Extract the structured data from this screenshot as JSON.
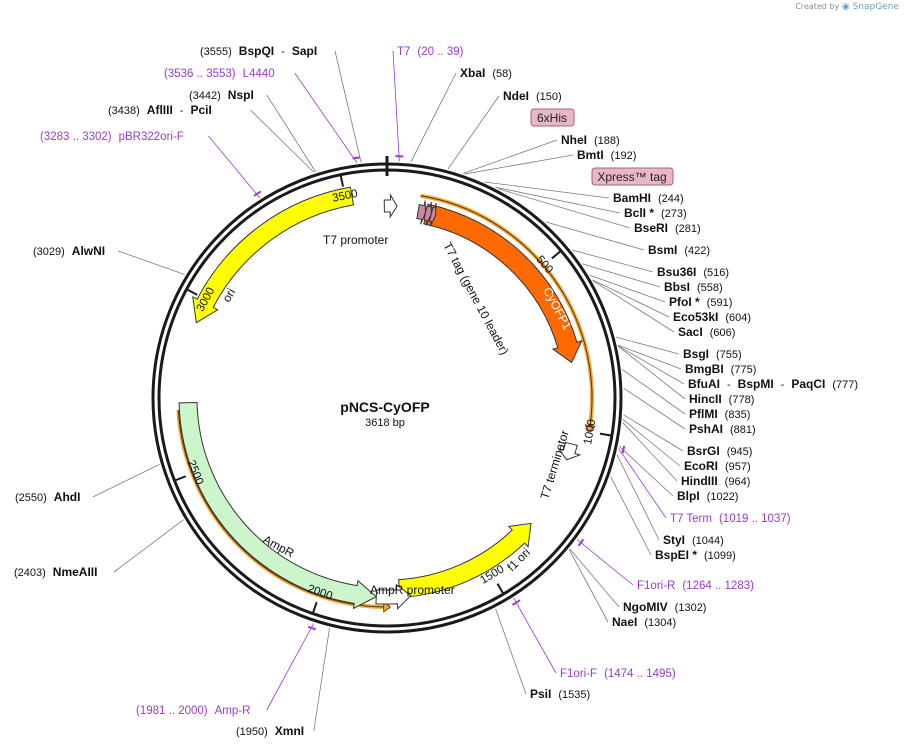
{
  "watermark": {
    "prefix": "Created by",
    "brand": "SnapGene"
  },
  "plasmid": {
    "name": "pNCS-CyOFP",
    "length_label": "3618 bp",
    "length": 3618
  },
  "ticks": [
    {
      "pos": 500,
      "label": "500"
    },
    {
      "pos": 1000,
      "label": "1000"
    },
    {
      "pos": 1500,
      "label": "1500"
    },
    {
      "pos": 2000,
      "label": "2000"
    },
    {
      "pos": 2500,
      "label": "2500"
    },
    {
      "pos": 3000,
      "label": "3000"
    },
    {
      "pos": 3500,
      "label": "3500"
    }
  ],
  "features": [
    {
      "name": "CyOFP1",
      "start": 120,
      "end": 795,
      "strand": 1,
      "color": "#ff6a00",
      "label_inside_arrow": true
    },
    {
      "name": "ori",
      "start": 2930,
      "end": 3519,
      "strand": -1,
      "color": "#ffff00"
    },
    {
      "name": "f1 ori",
      "start": 1317,
      "end": 1772,
      "strand": -1,
      "color": "#ffff00"
    },
    {
      "name": "AmpR",
      "start": 1840,
      "end": 2700,
      "strand": -1,
      "color": "#ccf5cc"
    },
    {
      "name": "AmpR promoter",
      "start": 1740,
      "end": 1840,
      "strand": -1,
      "color": "#ffffff"
    },
    {
      "name": "T7 promoter",
      "start": 3610,
      "end": 30,
      "strand": 1,
      "color": "#ffffff"
    },
    {
      "name": "T7 terminator",
      "start": 1045,
      "end": 1095,
      "strand": 1,
      "color": "#ffffff"
    }
  ],
  "feature_labels": [
    {
      "text": "T7 promoter"
    },
    {
      "text": "T7 tag (gene 10 leader)"
    },
    {
      "text": "CyOFP1"
    },
    {
      "text": "T7 terminator"
    },
    {
      "text": "f1 ori"
    },
    {
      "text": "AmpR promoter"
    },
    {
      "text": "AmpR"
    },
    {
      "text": "ori"
    }
  ],
  "tag_boxes": [
    {
      "text": "6xHis",
      "pos": 163
    },
    {
      "text": "Xpress™ tag",
      "pos": 220
    }
  ],
  "primer_arcs": [
    {
      "start": 3536,
      "end": 3553
    },
    {
      "start": 20,
      "end": 39
    },
    {
      "start": 3283,
      "end": 3302
    },
    {
      "start": 1019,
      "end": 1037
    },
    {
      "start": 1264,
      "end": 1283
    },
    {
      "start": 1474,
      "end": 1495
    },
    {
      "start": 1981,
      "end": 2000
    }
  ],
  "orange_arcs": [
    {
      "start": 95,
      "end": 1000,
      "strand": 1
    },
    {
      "start": 1800,
      "end": 2680,
      "strand": -1
    }
  ],
  "site_labels": [
    {
      "id": "bspqi",
      "cut": 3555,
      "parts": [
        {
          "t": "(3555)",
          "k": "pos"
        },
        {
          "t": "BspQI",
          "k": "enz"
        },
        {
          "t": "-",
          "k": "pos"
        },
        {
          "t": "SapI",
          "k": "enz"
        }
      ]
    },
    {
      "id": "l4440",
      "cut": 3545,
      "primer": true,
      "parts": [
        {
          "t": "(3536 .. 3553)",
          "k": "prim"
        },
        {
          "t": "L4440",
          "k": "prim"
        }
      ]
    },
    {
      "id": "t7p",
      "cut": 30,
      "primer": true,
      "parts": [
        {
          "t": "T7",
          "k": "prim"
        },
        {
          "t": "(20 .. 39)",
          "k": "prim"
        }
      ]
    },
    {
      "id": "xbai",
      "cut": 58,
      "parts": [
        {
          "t": "XbaI",
          "k": "enz"
        },
        {
          "t": "(58)",
          "k": "pos"
        }
      ]
    },
    {
      "id": "nspi",
      "cut": 3442,
      "parts": [
        {
          "t": "(3442)",
          "k": "pos"
        },
        {
          "t": "NspI",
          "k": "enz"
        }
      ]
    },
    {
      "id": "afliii",
      "cut": 3438,
      "parts": [
        {
          "t": "(3438)",
          "k": "pos"
        },
        {
          "t": "AflIII",
          "k": "enz"
        },
        {
          "t": "-",
          "k": "pos"
        },
        {
          "t": "PciI",
          "k": "enz"
        }
      ]
    },
    {
      "id": "ndei",
      "cut": 150,
      "parts": [
        {
          "t": "NdeI",
          "k": "enz"
        },
        {
          "t": "(150)",
          "k": "pos"
        }
      ]
    },
    {
      "id": "pbr",
      "cut": 3292,
      "primer": true,
      "parts": [
        {
          "t": "(3283 .. 3302)",
          "k": "prim"
        },
        {
          "t": "pBR322ori-F",
          "k": "prim"
        }
      ]
    },
    {
      "id": "nhei",
      "cut": 188,
      "parts": [
        {
          "t": "NheI",
          "k": "enz"
        },
        {
          "t": "(188)",
          "k": "pos"
        }
      ]
    },
    {
      "id": "bmti",
      "cut": 192,
      "parts": [
        {
          "t": "BmtI",
          "k": "enz"
        },
        {
          "t": "(192)",
          "k": "pos"
        }
      ]
    },
    {
      "id": "bamhi",
      "cut": 244,
      "parts": [
        {
          "t": "BamHI",
          "k": "enz"
        },
        {
          "t": "(244)",
          "k": "pos"
        }
      ]
    },
    {
      "id": "bcli",
      "cut": 273,
      "parts": [
        {
          "t": "BclI *",
          "k": "enz"
        },
        {
          "t": "(273)",
          "k": "pos"
        }
      ]
    },
    {
      "id": "bseri",
      "cut": 281,
      "parts": [
        {
          "t": "BseRI",
          "k": "enz"
        },
        {
          "t": "(281)",
          "k": "pos"
        }
      ]
    },
    {
      "id": "bsmi",
      "cut": 422,
      "parts": [
        {
          "t": "BsmI",
          "k": "enz"
        },
        {
          "t": "(422)",
          "k": "pos"
        }
      ]
    },
    {
      "id": "alwni",
      "cut": 3029,
      "parts": [
        {
          "t": "(3029)",
          "k": "pos"
        },
        {
          "t": "AlwNI",
          "k": "enz"
        }
      ]
    },
    {
      "id": "bsu36i",
      "cut": 516,
      "parts": [
        {
          "t": "Bsu36I",
          "k": "enz"
        },
        {
          "t": "(516)",
          "k": "pos"
        }
      ]
    },
    {
      "id": "bbsi",
      "cut": 558,
      "parts": [
        {
          "t": "BbsI",
          "k": "enz"
        },
        {
          "t": "(558)",
          "k": "pos"
        }
      ]
    },
    {
      "id": "pfoi",
      "cut": 591,
      "parts": [
        {
          "t": "PfoI *",
          "k": "enz"
        },
        {
          "t": "(591)",
          "k": "pos"
        }
      ]
    },
    {
      "id": "eco53ki",
      "cut": 604,
      "parts": [
        {
          "t": "Eco53kI",
          "k": "enz"
        },
        {
          "t": "(604)",
          "k": "pos"
        }
      ]
    },
    {
      "id": "saci",
      "cut": 606,
      "parts": [
        {
          "t": "SacI",
          "k": "enz"
        },
        {
          "t": "(606)",
          "k": "pos"
        }
      ]
    },
    {
      "id": "bsgi",
      "cut": 755,
      "parts": [
        {
          "t": "BsgI",
          "k": "enz"
        },
        {
          "t": "(755)",
          "k": "pos"
        }
      ]
    },
    {
      "id": "bmgbi",
      "cut": 775,
      "parts": [
        {
          "t": "BmgBI",
          "k": "enz"
        },
        {
          "t": "(775)",
          "k": "pos"
        }
      ]
    },
    {
      "id": "bfuai",
      "cut": 777,
      "parts": [
        {
          "t": "BfuAI",
          "k": "enz"
        },
        {
          "t": "-",
          "k": "pos"
        },
        {
          "t": "BspMI",
          "k": "enz"
        },
        {
          "t": "-",
          "k": "pos"
        },
        {
          "t": "PaqCI",
          "k": "enz"
        },
        {
          "t": "(777)",
          "k": "pos"
        }
      ]
    },
    {
      "id": "hincii",
      "cut": 778,
      "parts": [
        {
          "t": "HincII",
          "k": "enz"
        },
        {
          "t": "(778)",
          "k": "pos"
        }
      ]
    },
    {
      "id": "pflmi",
      "cut": 835,
      "parts": [
        {
          "t": "PflMI",
          "k": "enz"
        },
        {
          "t": "(835)",
          "k": "pos"
        }
      ]
    },
    {
      "id": "pshai",
      "cut": 881,
      "parts": [
        {
          "t": "PshAI",
          "k": "enz"
        },
        {
          "t": "(881)",
          "k": "pos"
        }
      ]
    },
    {
      "id": "bsrgi",
      "cut": 945,
      "parts": [
        {
          "t": "BsrGI",
          "k": "enz"
        },
        {
          "t": "(945)",
          "k": "pos"
        }
      ]
    },
    {
      "id": "ecori",
      "cut": 957,
      "parts": [
        {
          "t": "EcoRI",
          "k": "enz"
        },
        {
          "t": "(957)",
          "k": "pos"
        }
      ]
    },
    {
      "id": "hindiii",
      "cut": 964,
      "parts": [
        {
          "t": "HindIII",
          "k": "enz"
        },
        {
          "t": "(964)",
          "k": "pos"
        }
      ]
    },
    {
      "id": "blpi",
      "cut": 1022,
      "parts": [
        {
          "t": "BlpI",
          "k": "enz"
        },
        {
          "t": "(1022)",
          "k": "pos"
        }
      ]
    },
    {
      "id": "t7term",
      "cut": 1028,
      "primer": true,
      "parts": [
        {
          "t": "T7 Term",
          "k": "prim"
        },
        {
          "t": "(1019 .. 1037)",
          "k": "prim"
        }
      ]
    },
    {
      "id": "ahdi",
      "cut": 2550,
      "parts": [
        {
          "t": "(2550)",
          "k": "pos"
        },
        {
          "t": "AhdI",
          "k": "enz"
        }
      ]
    },
    {
      "id": "styi",
      "cut": 1044,
      "parts": [
        {
          "t": "StyI",
          "k": "enz"
        },
        {
          "t": "(1044)",
          "k": "pos"
        }
      ]
    },
    {
      "id": "bspei",
      "cut": 1099,
      "parts": [
        {
          "t": "BspEI *",
          "k": "enz"
        },
        {
          "t": "(1099)",
          "k": "pos"
        }
      ]
    },
    {
      "id": "nmeaiii",
      "cut": 2403,
      "parts": [
        {
          "t": "(2403)",
          "k": "pos"
        },
        {
          "t": "NmeAIII",
          "k": "enz"
        }
      ]
    },
    {
      "id": "f1orir",
      "cut": 1273,
      "primer": true,
      "parts": [
        {
          "t": "F1ori-R",
          "k": "prim"
        },
        {
          "t": "(1264 .. 1283)",
          "k": "prim"
        }
      ]
    },
    {
      "id": "ngomiv",
      "cut": 1302,
      "parts": [
        {
          "t": "NgoMIV",
          "k": "enz"
        },
        {
          "t": "(1302)",
          "k": "pos"
        }
      ]
    },
    {
      "id": "naei",
      "cut": 1304,
      "parts": [
        {
          "t": "NaeI",
          "k": "enz"
        },
        {
          "t": "(1304)",
          "k": "pos"
        }
      ]
    },
    {
      "id": "f1orif",
      "cut": 1484,
      "primer": true,
      "parts": [
        {
          "t": "F1ori-F",
          "k": "prim"
        },
        {
          "t": "(1474 .. 1495)",
          "k": "prim"
        }
      ]
    },
    {
      "id": "ampr",
      "cut": 1990,
      "primer": true,
      "parts": [
        {
          "t": "(1981 .. 2000)",
          "k": "prim"
        },
        {
          "t": "Amp-R",
          "k": "prim"
        }
      ]
    },
    {
      "id": "psii",
      "cut": 1535,
      "parts": [
        {
          "t": "PsiI",
          "k": "enz"
        },
        {
          "t": "(1535)",
          "k": "pos"
        }
      ]
    },
    {
      "id": "xmni",
      "cut": 1950,
      "parts": [
        {
          "t": "(1950)",
          "k": "pos"
        },
        {
          "t": "XmnI",
          "k": "enz"
        }
      ]
    }
  ]
}
